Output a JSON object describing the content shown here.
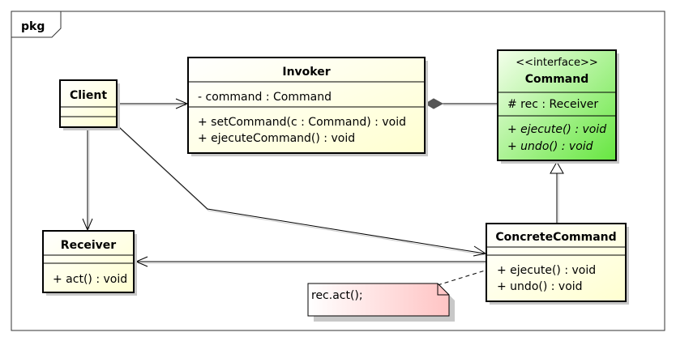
{
  "package": {
    "label": "pkg"
  },
  "classes": {
    "client": {
      "name": "Client"
    },
    "invoker": {
      "name": "Invoker",
      "attributes": [
        "- command : Command"
      ],
      "operations": [
        "+ setCommand(c : Command) : void",
        "+ ejecuteCommand() : void"
      ]
    },
    "command": {
      "stereotype": "<<interface>>",
      "name": "Command",
      "attributes": [
        "# rec : Receiver"
      ],
      "operations": [
        "+ ejecute() : void",
        "+ undo() : void"
      ]
    },
    "receiver": {
      "name": "Receiver",
      "operations": [
        "+ act() : void"
      ]
    },
    "concrete": {
      "name": "ConcreteCommand",
      "operations": [
        "+ ejecute() : void",
        "+ undo() : void"
      ]
    }
  },
  "note": {
    "text": "rec.act();"
  },
  "colors": {
    "class_fill": "#ffffe6",
    "interface_fill_top": "#eaffd8",
    "interface_fill_bottom": "#6fe84a",
    "note_fill_left": "#fff3f3",
    "note_fill_right": "#ffc8c8",
    "stroke": "#000000",
    "shadow": "#c8c8c8"
  }
}
